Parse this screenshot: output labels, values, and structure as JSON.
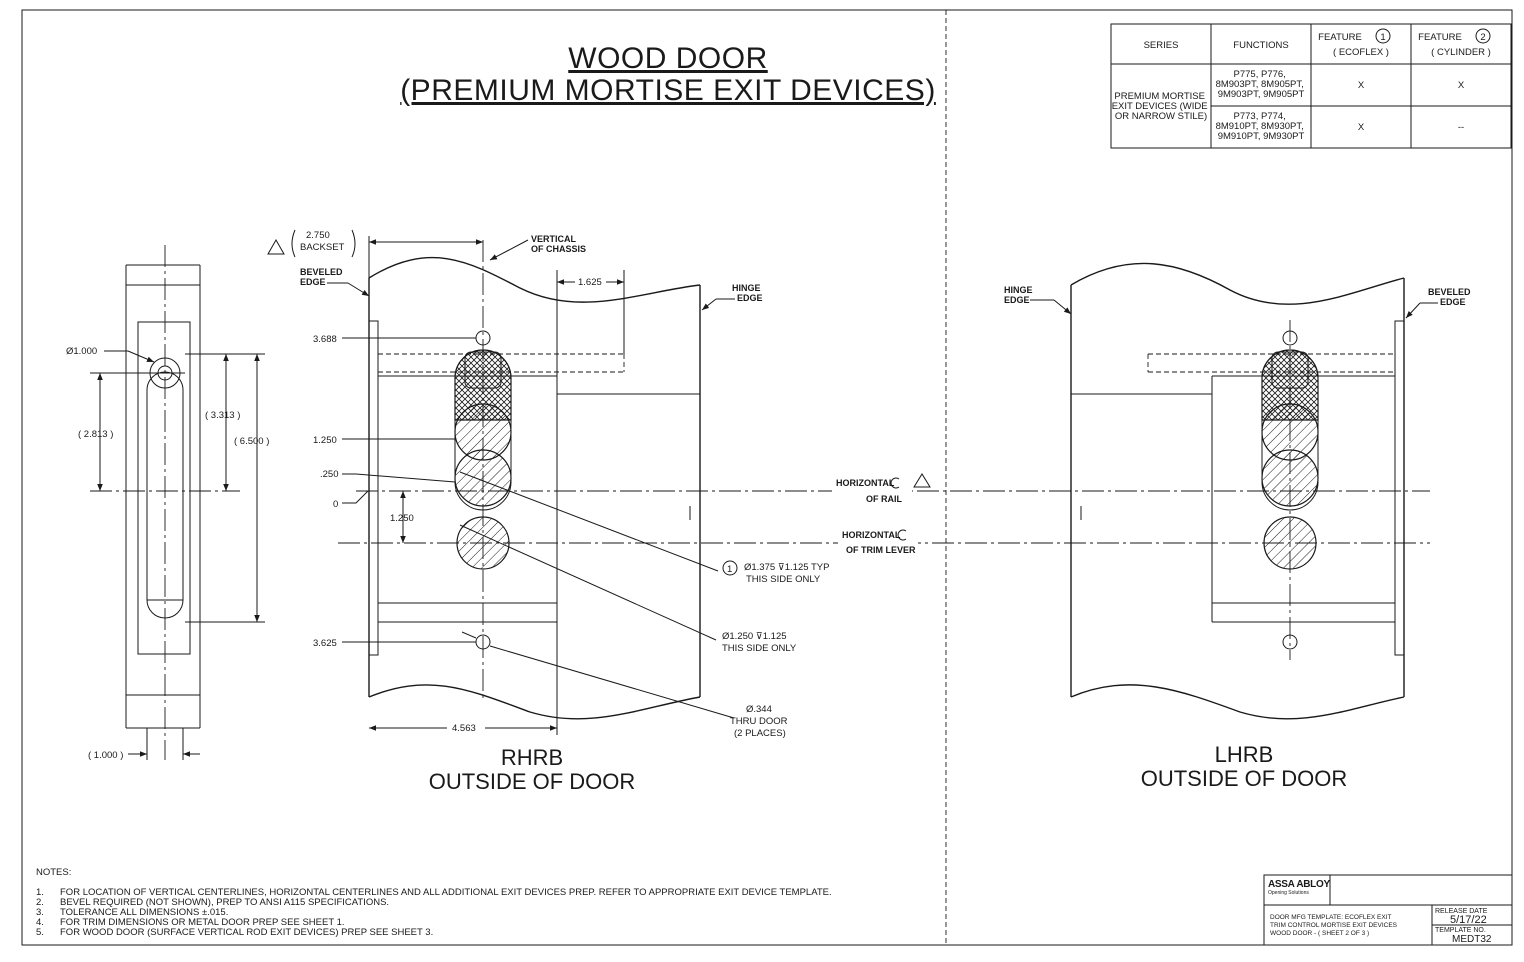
{
  "title": {
    "line1": "WOOD DOOR",
    "line2": "(PREMIUM MORTISE EXIT DEVICES)"
  },
  "table": {
    "headers": [
      "SERIES",
      "FUNCTIONS",
      "FEATURE",
      "FEATURE"
    ],
    "feature1_num": "1",
    "feature2_num": "2",
    "feature1_sub": "( ECOFLEX )",
    "feature2_sub": "( CYLINDER )",
    "series_lines": [
      "PREMIUM MORTISE",
      "EXIT DEVICES (WIDE",
      "OR NARROW STILE)"
    ],
    "rows": [
      {
        "functions": [
          "P775, P776,",
          "8M903PT, 8M905PT,",
          "9M903PT, 9M905PT"
        ],
        "f1": "X",
        "f2": "X"
      },
      {
        "functions": [
          "P773, P774,",
          "8M910PT, 8M930PT,",
          "9M910PT, 9M930PT"
        ],
        "f1": "X",
        "f2": "--"
      }
    ]
  },
  "edge_view": {
    "dim_dia": "Ø1.000",
    "dim_2813": "( 2.813 )",
    "dim_3313": "( 3.313 )",
    "dim_6500": "( 6.500 )",
    "dim_1000": "( 1.000 )"
  },
  "rhrb": {
    "backset_value": "2.750",
    "backset_label": "BACKSET",
    "vertical_cl": "VERTICAL",
    "vertical_cl_2": "OF CHASSIS",
    "beveled": "BEVELED",
    "beveled_2": "EDGE",
    "hinge": "HINGE",
    "hinge_2": "EDGE",
    "dim_1625": "1.625",
    "dim_3688": "3.688",
    "dim_1250a": "1.250",
    "dim_250": ".250",
    "dim_0": "0",
    "dim_1250b": "1.250",
    "dim_3625": "3.625",
    "dim_4563": "4.563",
    "callout1_num": "1",
    "callout1_a": "Ø1.375 ⊽1.125 TYP",
    "callout1_b": "THIS SIDE ONLY",
    "callout2_a": "Ø1.250 ⊽1.125",
    "callout2_b": "THIS SIDE ONLY",
    "callout3_a": "Ø.344",
    "callout3_b": "THRU DOOR",
    "callout3_c": "(2 PLACES)",
    "caption1": "RHRB",
    "caption2": "OUTSIDE OF DOOR"
  },
  "center_labels": {
    "horiz_rail": "HORIZONTAL",
    "horiz_rail_2": "OF RAIL",
    "horiz_trim": "HORIZONTAL",
    "horiz_trim_2": "OF TRIM LEVER"
  },
  "lhrb": {
    "hinge": "HINGE",
    "hinge_2": "EDGE",
    "beveled": "BEVELED",
    "beveled_2": "EDGE",
    "caption1": "LHRB",
    "caption2": "OUTSIDE OF DOOR"
  },
  "notes": {
    "heading": "NOTES:",
    "items": [
      "FOR LOCATION OF VERTICAL CENTERLINES, HORIZONTAL CENTERLINES AND ALL ADDITIONAL EXIT DEVICES PREP. REFER TO APPROPRIATE EXIT DEVICE TEMPLATE.",
      "BEVEL REQUIRED (NOT SHOWN), PREP TO ANSI A115 SPECIFICATIONS.",
      "TOLERANCE ALL DIMENSIONS ±.015.",
      "FOR TRIM DIMENSIONS OR METAL DOOR PREP SEE SHEET 1.",
      "FOR WOOD DOOR (SURFACE VERTICAL ROD EXIT DEVICES) PREP SEE SHEET 3."
    ]
  },
  "title_block": {
    "company": "ASSA ABLOY",
    "company_sub": "Opening Solutions",
    "desc": [
      "DOOR MFG TEMPLATE: ECOFLEX EXIT",
      "TRIM CONTROL MORTISE EXIT DEVICES",
      "WOOD DOOR - ( SHEET 2 OF 3 )"
    ],
    "release_label": "RELEASE DATE",
    "release_date": "5/17/22",
    "template_label": "TEMPLATE NO.",
    "template_no": "MEDT32"
  }
}
